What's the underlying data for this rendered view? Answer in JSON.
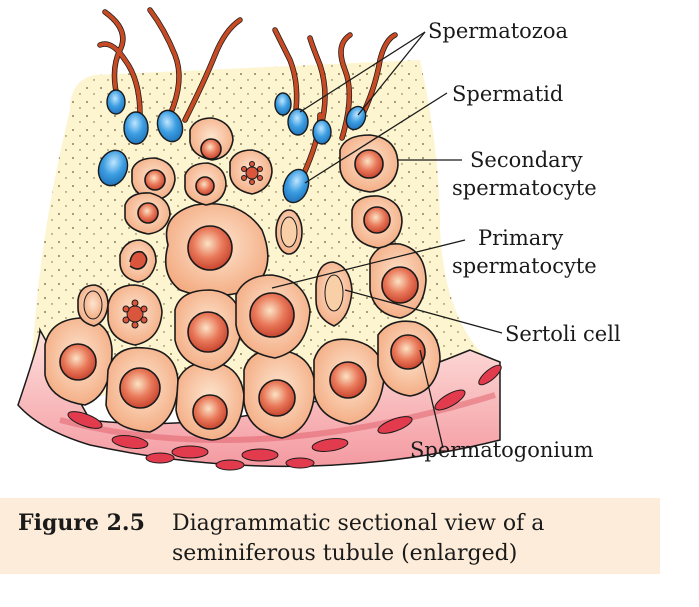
{
  "labels": {
    "spermatozoa": "Spermatozoa",
    "spermatid": "Spermatid",
    "secondary_1": "Secondary",
    "secondary_2": "spermatocyte",
    "primary_1": "Primary",
    "primary_2": "spermatocyte",
    "sertoli": "Sertoli cell",
    "spermatogonium": "Spermatogonium"
  },
  "caption": {
    "figure_number": "Figure 2.5",
    "line1": "Diagrammatic sectional view of a",
    "line2": "seminiferous tubule (enlarged)"
  },
  "colors": {
    "cell_fill": "#f4b48f",
    "nucleus": "#d9563d",
    "sperm_head": "#2f8fd6",
    "tail": "#c64a24",
    "background": "#fdf5cf",
    "basement": "#f07a82"
  }
}
